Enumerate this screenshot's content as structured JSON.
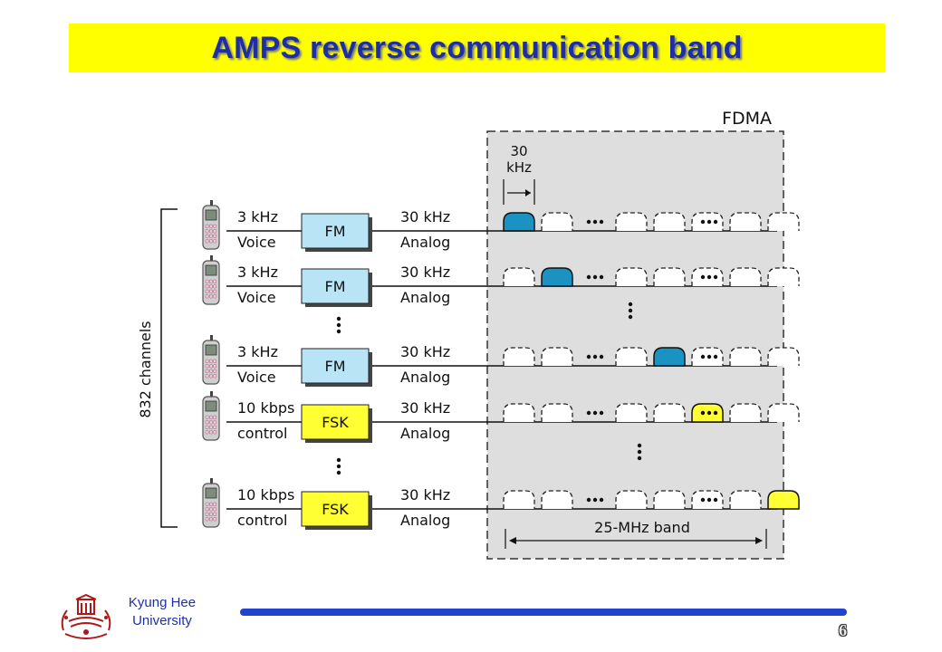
{
  "title": "AMPS reverse communication band",
  "colors": {
    "title_bg": "#ffff00",
    "title_text": "#1d2fa8",
    "box_blue": "#b8e4f6",
    "box_yellow": "#ffff33",
    "channel_blue": "#1a93c2",
    "channel_yellow": "#ffff33",
    "footer_line": "#2244cc"
  },
  "diagram": {
    "fdma_label": "FDMA",
    "spacing": {
      "value": "30",
      "unit": "kHz"
    },
    "channels_label": "832 channels",
    "band_label": "25-MHz band",
    "ellipsis": "…",
    "rows": [
      {
        "input_rate": "3 kHz",
        "input_type": "Voice",
        "modulation": "FM",
        "output_rate": "30 kHz",
        "output_type": "Analog",
        "active_slot": 0,
        "active_color": "blue"
      },
      {
        "input_rate": "3 kHz",
        "input_type": "Voice",
        "modulation": "FM",
        "output_rate": "30 kHz",
        "output_type": "Analog",
        "active_slot": 1,
        "active_color": "blue"
      },
      {
        "input_rate": "3 kHz",
        "input_type": "Voice",
        "modulation": "FM",
        "output_rate": "30 kHz",
        "output_type": "Analog",
        "active_slot": 3,
        "active_color": "blue"
      },
      {
        "input_rate": "10 kbps",
        "input_type": "control",
        "modulation": "FSK",
        "output_rate": "30 kHz",
        "output_type": "Analog",
        "active_slot": 4,
        "active_color": "yellow"
      },
      {
        "input_rate": "10 kbps",
        "input_type": "control",
        "modulation": "FSK",
        "output_rate": "30 kHz",
        "output_type": "Analog",
        "active_slot": 6,
        "active_color": "yellow"
      }
    ]
  },
  "footer": {
    "university_line1": "Kyung Hee",
    "university_line2": "University",
    "logo_icon": "university-seal-icon",
    "page_number": "6"
  }
}
